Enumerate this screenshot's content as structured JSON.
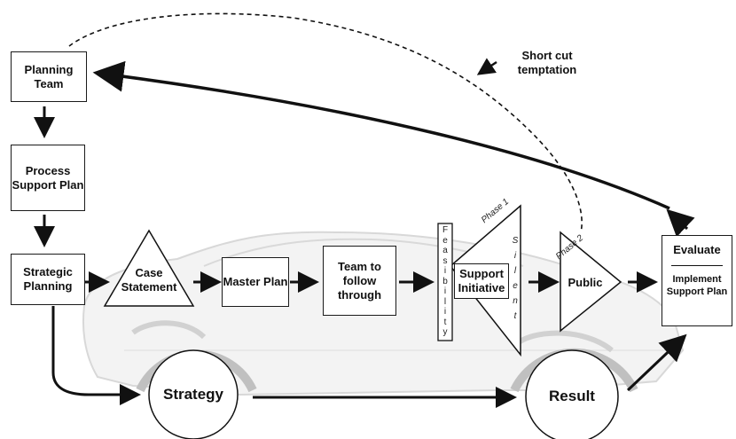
{
  "boxes": {
    "planning_team": "Planning Team",
    "process_support_plan": "Process Support Plan",
    "strategic_planning": "Strategic Planning",
    "master_plan": "Master Plan",
    "team_to_follow_through": "Team to follow through"
  },
  "triangles": {
    "case_statement": "Case Statement",
    "support_initiative": "Support Initiative",
    "public": "Public",
    "phase1": "Phase 1",
    "phase2": "Phase 2"
  },
  "feasibility_letters": [
    "F",
    "e",
    "a",
    "s",
    "i",
    "b",
    "i",
    "l",
    "i",
    "t",
    "y"
  ],
  "silent_letters": [
    "S",
    "i",
    "l",
    "e",
    "n",
    "t"
  ],
  "evaluate": {
    "title": "Evaluate",
    "body": "Implement Support Plan"
  },
  "circles": {
    "strategy": "Strategy",
    "result": "Result"
  },
  "annotation": "Short cut temptation",
  "colors": {
    "ink": "#1a1a1a",
    "car_fill": "#f1f1f1",
    "car_line": "#cfcfcf",
    "tire": "#bdbdbd"
  }
}
